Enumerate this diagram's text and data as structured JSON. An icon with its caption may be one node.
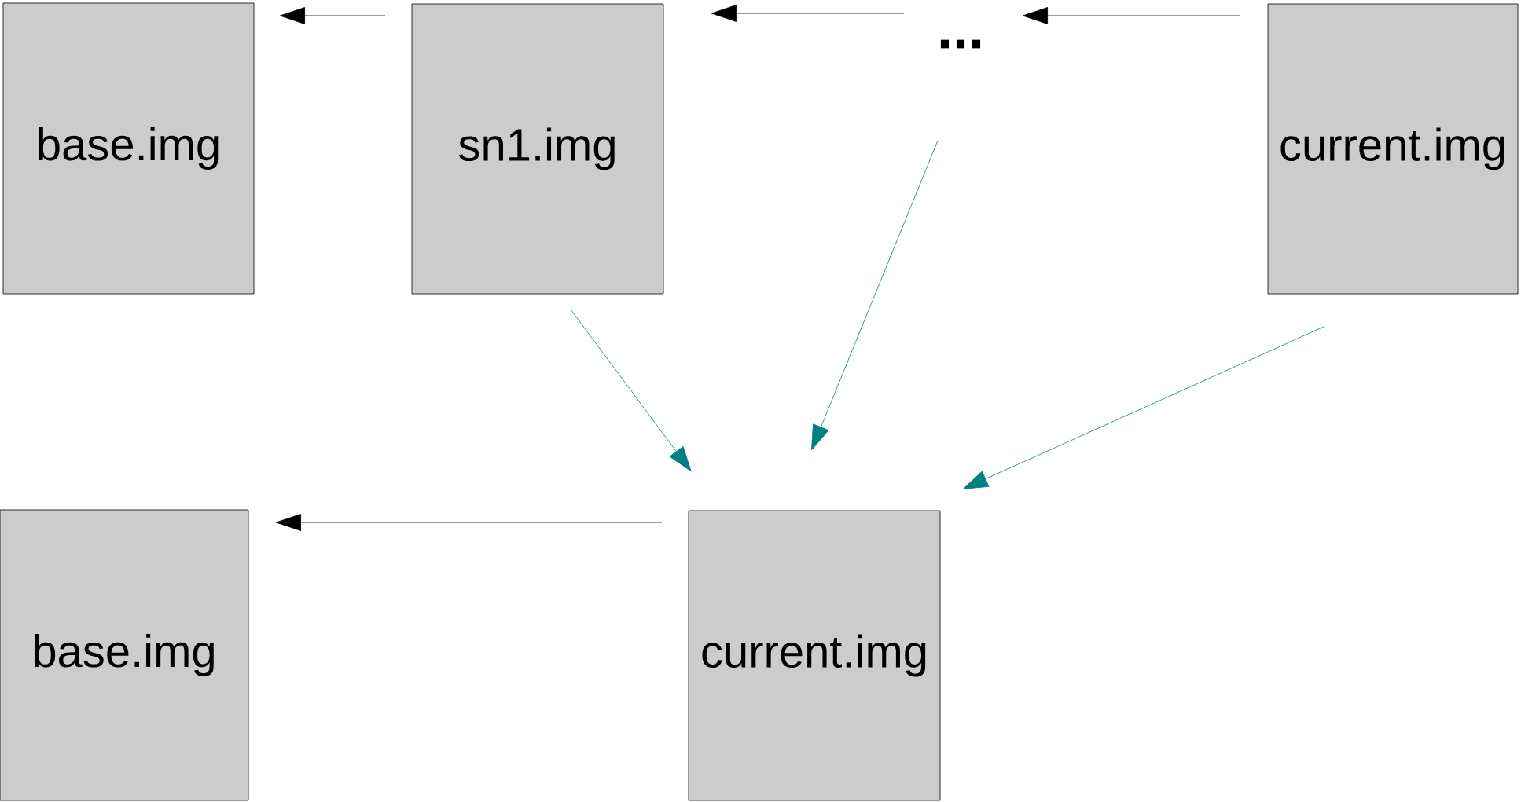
{
  "diagram": {
    "nodes": [
      {
        "text": [
          "base.img"
        ]
      },
      {
        "text": [
          "sn1.img"
        ]
      },
      {
        "text": [
          "..."
        ]
      },
      {
        "text": [
          "current.img"
        ]
      },
      {
        "text": [
          "base.img"
        ]
      },
      {
        "text": [
          "current.img"
        ]
      }
    ],
    "edges": [
      {
        "from": 1,
        "to": 0,
        "arrow": "to"
      },
      {
        "from": 2,
        "to": 1,
        "arrow": "to"
      },
      {
        "from": 3,
        "to": 2,
        "arrow": "to"
      },
      {
        "from": 5,
        "to": 4,
        "arrow": "to"
      },
      {
        "from": 1,
        "to": 5,
        "arrow": "to",
        "color": "#008080"
      },
      {
        "from": 2,
        "to": 5,
        "arrow": "to",
        "color": "#008080"
      },
      {
        "from": 3,
        "to": 5,
        "arrow": "to",
        "color": "#008080"
      }
    ]
  }
}
